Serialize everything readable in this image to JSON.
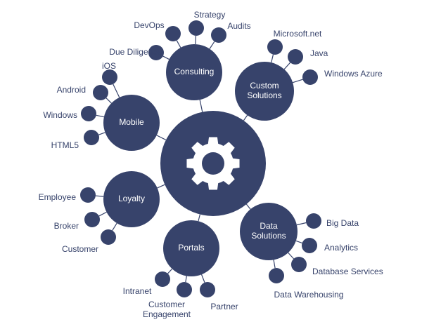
{
  "colors": {
    "node": "#37436b",
    "background": "#ffffff",
    "label": "#37436b"
  },
  "center": {
    "icon": "gear-icon"
  },
  "hubs": [
    {
      "id": "consulting",
      "lines": [
        "Consulting"
      ],
      "leaves": [
        {
          "label": "Due Diligence"
        },
        {
          "label": "DevOps"
        },
        {
          "label": "Strategy"
        },
        {
          "label": "Audits"
        }
      ]
    },
    {
      "id": "custom-solutions",
      "lines": [
        "Custom",
        "Solutions"
      ],
      "leaves": [
        {
          "label": "Microsoft.net"
        },
        {
          "label": "Java"
        },
        {
          "label": "Windows Azure"
        }
      ]
    },
    {
      "id": "mobile",
      "lines": [
        "Mobile"
      ],
      "leaves": [
        {
          "label": "iOS"
        },
        {
          "label": "Android"
        },
        {
          "label": "Windows"
        },
        {
          "label": "HTML5"
        }
      ]
    },
    {
      "id": "loyalty",
      "lines": [
        "Loyalty"
      ],
      "leaves": [
        {
          "label": "Employee"
        },
        {
          "label": "Broker"
        },
        {
          "label": "Customer"
        }
      ]
    },
    {
      "id": "portals",
      "lines": [
        "Portals"
      ],
      "leaves": [
        {
          "label": "Intranet"
        },
        {
          "lines": [
            "Customer",
            "Engagement"
          ]
        },
        {
          "label": "Partner"
        }
      ]
    },
    {
      "id": "data-solutions",
      "lines": [
        "Data",
        "Solutions"
      ],
      "leaves": [
        {
          "label": "Big Data"
        },
        {
          "label": "Analytics"
        },
        {
          "label": "Database Services"
        },
        {
          "label": "Data Warehousing"
        }
      ]
    }
  ]
}
